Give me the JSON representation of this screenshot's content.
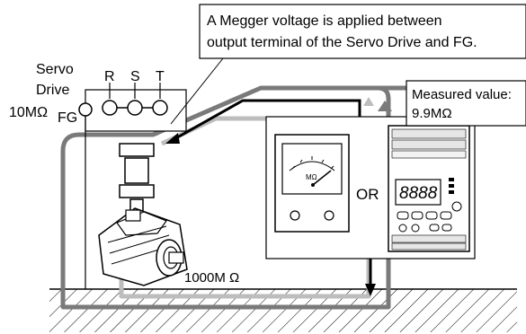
{
  "callouts": {
    "megger_note_line1": "A Megger voltage is applied between",
    "megger_note_line2": "output terminal of the Servo Drive and FG.",
    "measured_label": "Measured value:",
    "measured_value": "9.9MΩ"
  },
  "servo_drive": {
    "title_line1": "Servo",
    "title_line2": "Drive",
    "terminal_r": "R",
    "terminal_s": "S",
    "terminal_t": "T",
    "fg_label": "FG",
    "fg_resistance": "10MΩ"
  },
  "meters": {
    "dial_unit": "MΩ",
    "or_label": "OR",
    "digital_readout": "8888"
  },
  "motor": {
    "insulation_resistance": "1000M Ω"
  },
  "colors": {
    "dark_gray_path": "#7a7a7a",
    "light_gray_path": "#bdbdbd",
    "black_path": "#000000"
  }
}
